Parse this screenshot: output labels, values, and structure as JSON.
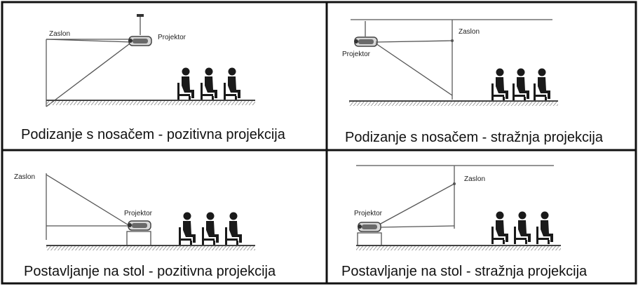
{
  "panels": [
    {
      "caption": "Podizanje s nosačem - pozitivna projekcija",
      "screen_label": "Zaslon",
      "projector_label": "Projektor"
    },
    {
      "caption": "Podizanje s nosačem - stražnja projekcija",
      "screen_label": "Zaslon",
      "projector_label": "Projektor"
    },
    {
      "caption": "Postavljanje na stol - pozitivna projekcija",
      "screen_label": "Zaslon",
      "projector_label": "Projektor"
    },
    {
      "caption": "Postavljanje na stol - stražnja projekcija",
      "screen_label": "Zaslon",
      "projector_label": "Projektor"
    }
  ],
  "colors": {
    "border": "#111111",
    "lines": "#555555",
    "figures": "#1a1a1a",
    "projector": "#6a6a6a"
  }
}
